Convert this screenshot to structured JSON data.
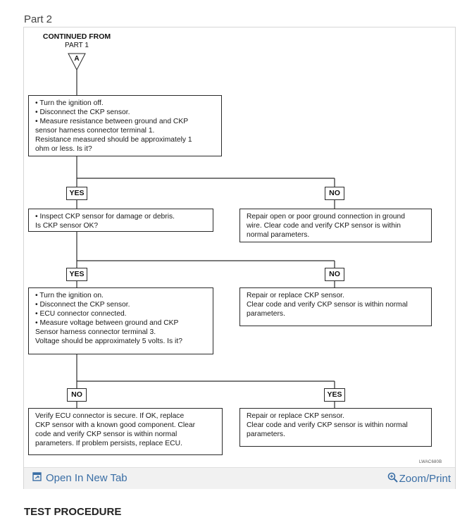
{
  "header": {
    "part_title": "Part 2"
  },
  "flowchart": {
    "start": {
      "label": "CONTINUED FROM",
      "sub": "PART 1",
      "connector": "A"
    },
    "step1": [
      "•  Turn the ignition off.",
      "•  Disconnect the CKP sensor.",
      "•  Measure resistance between ground and CKP",
      "    sensor harness connector terminal 1.",
      "Resistance measured should be approximately 1",
      "ohm or less. Is it?"
    ],
    "step2_yes": [
      "•  Inspect CKP sensor for damage or debris.",
      "Is CKP sensor OK?"
    ],
    "step2_no": [
      "Repair open or poor ground connection in ground",
      "wire. Clear code and verify CKP sensor is within",
      "normal parameters."
    ],
    "step3_yes": [
      "•  Turn the ignition on.",
      "•  Disconnect the CKP sensor.",
      "•  ECU connector connected.",
      "•  Measure voltage between ground and CKP",
      "    Sensor harness connector terminal 3.",
      "Voltage should be approximately 5 volts. Is it?"
    ],
    "step3_no": [
      "Repair or replace CKP sensor.",
      "Clear code and verify CKP sensor is within normal",
      "parameters."
    ],
    "step4_no": [
      "Verify ECU connector is secure. If OK, replace",
      "CKP sensor with a known good component. Clear",
      "code and verify CKP sensor is within normal",
      "parameters.  If problem persists, replace ECU."
    ],
    "step4_yes": [
      "Repair or replace CKP sensor.",
      "Clear code and verify CKP sensor is within normal",
      "parameters."
    ],
    "labels": {
      "yes": "YES",
      "no": "NO"
    },
    "figure_code": "LWAC680B"
  },
  "actions": {
    "open_new_tab": "Open In New Tab",
    "zoom_print": "Zoom/Print"
  },
  "section": {
    "heading": "TEST PROCEDURE"
  },
  "colors": {
    "link": "#3a6ea5",
    "line": "#2a2a2a",
    "bar": "#f1f1f1"
  }
}
